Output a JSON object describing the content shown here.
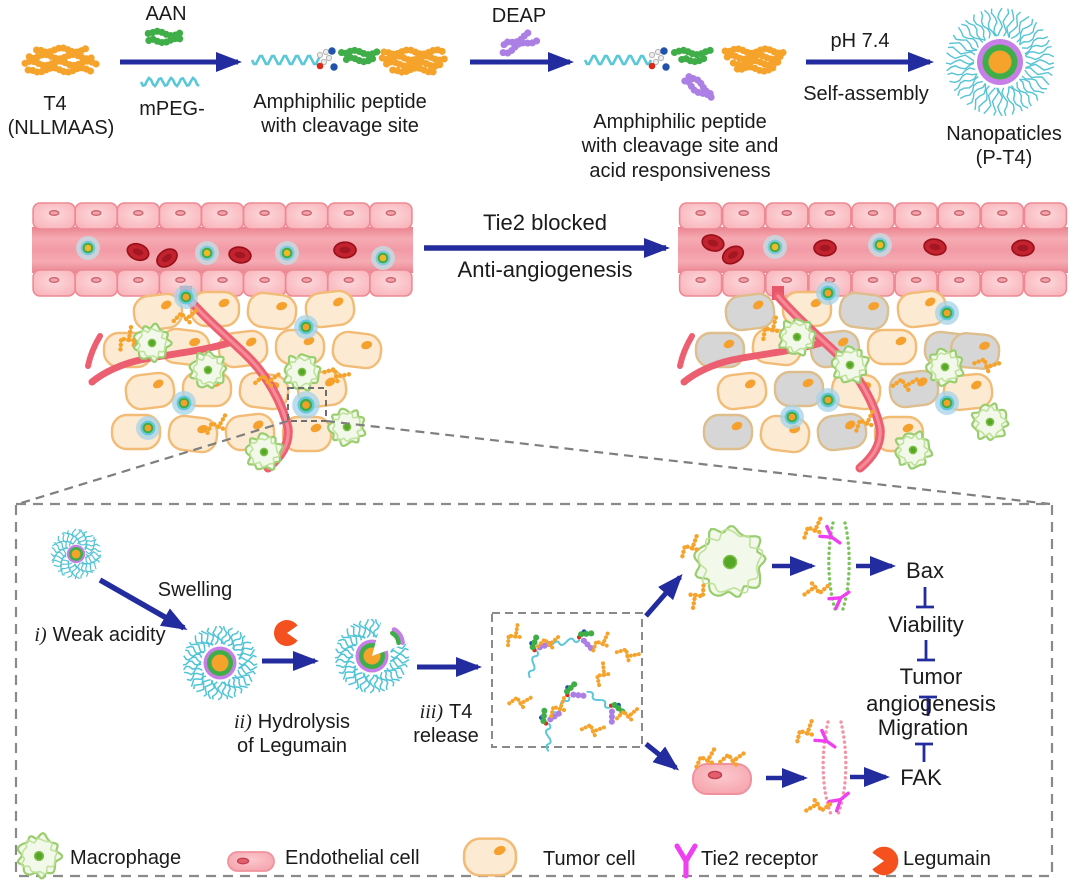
{
  "figure": {
    "synthesis": {
      "t4_label": "T4",
      "t4_sequence": "(NLLMAAS)",
      "aan_label": "AAN",
      "mpeg_label": "mPEG-",
      "amphiphile1_label": "Amphiphilic peptide\nwith cleavage site",
      "deap_label": "DEAP",
      "amphiphile2_label": "Amphiphilic peptide\nwith cleavage site and\nacid responsiveness",
      "ph_label": "pH 7.4",
      "assembly_label": "Self-assembly",
      "nanoparticle_label": "Nanopaticles\n(P-T4)"
    },
    "vessel": {
      "arrow_label_top": "Tie2 blocked",
      "arrow_label_bottom": "Anti-angiogenesis"
    },
    "mechanism": {
      "swelling_label": "Swelling",
      "step1_prefix": "i)",
      "step1_label": "Weak acidity",
      "step2_prefix": "ii)",
      "step2_label": "Hydrolysis\nof Legumain",
      "step3_prefix": "iii)",
      "step3_label": "T4\nrelease",
      "pathway": {
        "bax": "Bax",
        "viability": "Viability",
        "tumor_angiogenesis": "Tumor angiogenesis",
        "migration": "Migration",
        "fak": "FAK"
      }
    },
    "legend": {
      "items": [
        {
          "icon": "macrophage-icon",
          "label": "Macrophage"
        },
        {
          "icon": "endothelial-cell-icon",
          "label": "Endothelial cell"
        },
        {
          "icon": "tumor-cell-icon",
          "label": "Tumor cell"
        },
        {
          "icon": "tie2-receptor-icon",
          "label": "Tie2 receptor"
        },
        {
          "icon": "legumain-icon",
          "label": "Legumain"
        }
      ]
    },
    "palette": {
      "arrow_navy": "#232C9E",
      "t4_orange": "#F5A32B",
      "aan_green": "#3FAE49",
      "mpeg_cyan": "#5BC8D8",
      "deap_purple": "#AC7FE4",
      "np_shell_purple": "#C77FE8",
      "vessel_pink": "#F49AA4",
      "rbc_red": "#C2232E",
      "macrophage_green": "#9ACD6E",
      "tie2_magenta": "#EE3FF0",
      "legumain_orange": "#F4511E",
      "dashed_gray": "#7F7F7F"
    }
  }
}
